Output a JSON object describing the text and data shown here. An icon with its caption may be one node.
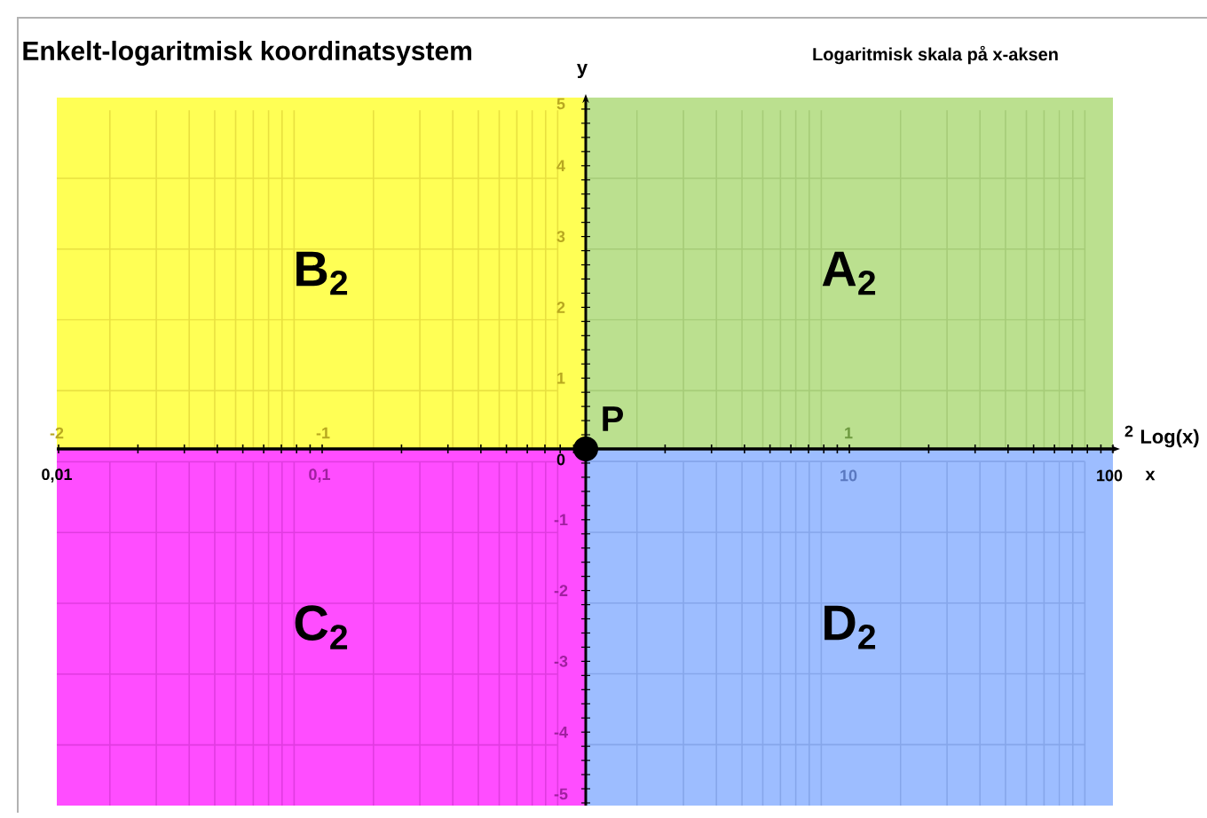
{
  "diagram": {
    "title": "Enkelt-logaritmisk koordinatsystem",
    "nodes": [
      {
        "text": [
          "B$_{2}$"
        ]
      },
      {
        "text": [
          "A$_{2}$"
        ]
      },
      {
        "text": [
          "C$_{2}$"
        ]
      },
      {
        "text": [
          "D$_{2}$"
        ]
      }
    ],
    "labels": [
      "Logaritmisk skala på x-aksen",
      "y",
      "5",
      "4",
      "3",
      "2",
      "1",
      "-2",
      "-1",
      "1",
      "2",
      "Log(x)",
      "0",
      "0,01",
      "0,1",
      "10",
      "100",
      "x",
      "-1",
      "-2",
      "-3",
      "-4",
      "-5",
      "P"
    ]
  }
}
